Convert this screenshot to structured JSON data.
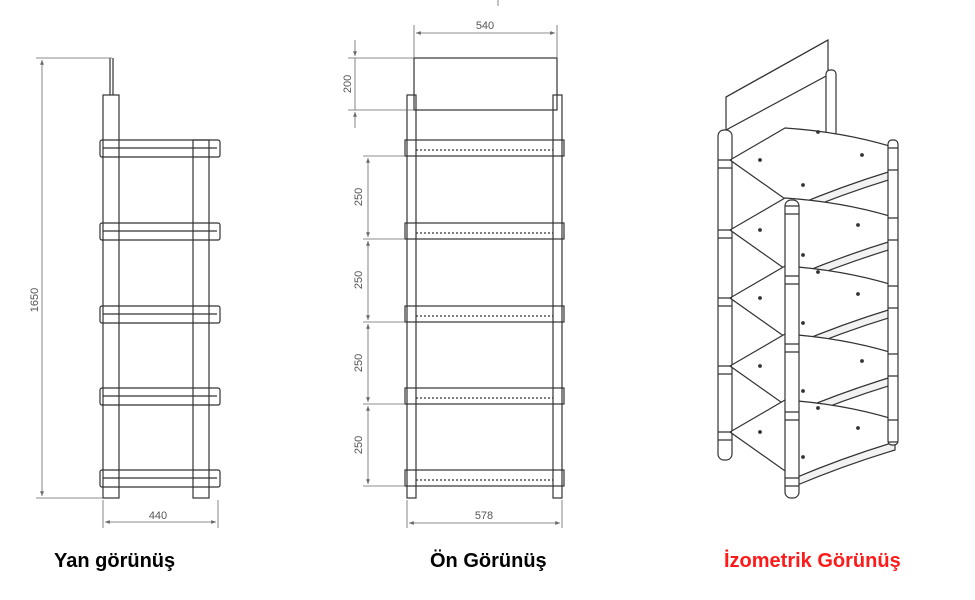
{
  "colors": {
    "line": "#333333",
    "dim_line": "#666666",
    "dim_text": "#555555",
    "caption": "#000000",
    "caption_highlight": "#ff1a1a"
  },
  "side_view": {
    "caption": "Yan görünüş",
    "dims": {
      "height": "1650",
      "depth": "440"
    }
  },
  "front_view": {
    "caption": "Ön Görünüş",
    "dims": {
      "top_width": "540",
      "panel_height": "200",
      "shelf_gap_1": "250",
      "shelf_gap_2": "250",
      "shelf_gap_3": "250",
      "shelf_gap_4": "250",
      "bottom_width": "578"
    }
  },
  "iso_view": {
    "caption": "İzometrik Görünüş"
  }
}
